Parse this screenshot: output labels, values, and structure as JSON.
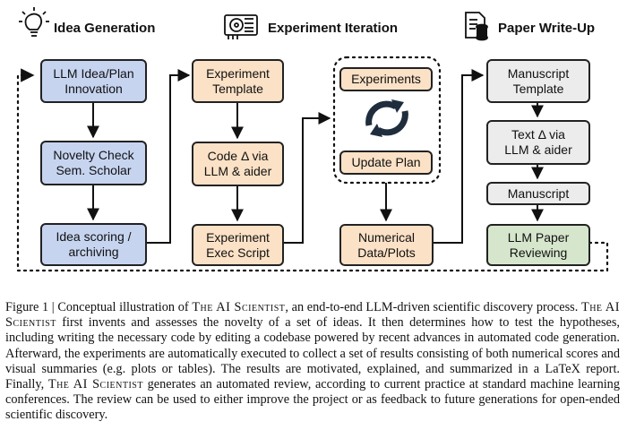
{
  "headers": {
    "idea_generation": "Idea Generation",
    "experiment_iteration": "Experiment Iteration",
    "paper_writeup": "Paper Write-Up"
  },
  "idea_column": {
    "llm_idea": [
      "LLM Idea/Plan",
      "Innovation"
    ],
    "novelty_check": [
      "Novelty Check",
      "Sem. Scholar"
    ],
    "idea_scoring": [
      "Idea scoring /",
      "archiving"
    ]
  },
  "experiment_column": {
    "template": [
      "Experiment",
      "Template"
    ],
    "code_delta": [
      "Code Δ via",
      "LLM & aider"
    ],
    "exec_script": [
      "Experiment",
      "Exec Script"
    ]
  },
  "loop": {
    "experiments": "Experiments",
    "update_plan": "Update Plan",
    "numerical": [
      "Numerical",
      "Data/Plots"
    ]
  },
  "paper_column": {
    "manuscript_template": [
      "Manuscript",
      "Template"
    ],
    "text_delta": [
      "Text Δ via",
      "LLM & aider"
    ],
    "manuscript": "Manuscript",
    "reviewing": [
      "LLM Paper",
      "Reviewing"
    ]
  },
  "caption": {
    "label": "Figure 1 | Conceptual illustration of ",
    "name": "The AI Scientist",
    "part1": ", an end-to-end LLM-driven scientific discovery process. ",
    "part2": " first invents and assesses the novelty of a set of ideas. It then determines how to test the hypotheses, including writing the necessary code by editing a codebase powered by recent advances in automated code generation. Afterward, the experiments are automatically executed to collect a set of results consisting of both numerical scores and visual summaries (e.g. plots or tables). The results are motivated, explained, and summarized in a LaTeX report. Finally, ",
    "part3": " generates an automated review, according to current practice at standard machine learning conferences. The review can be used to either improve the project or as feedback to future generations for open-ended scientific discovery."
  },
  "colors": {
    "idea_fill": "#c6d4f0",
    "experiment_fill": "#fbe1c6",
    "paper_fill": "#ececec",
    "review_fill": "#d6e6cc",
    "loop_arrows": "#1f2d3d"
  },
  "icons": [
    "lightbulb-icon",
    "gpu-card-icon",
    "document-database-icon",
    "refresh-cycle-icon"
  ]
}
